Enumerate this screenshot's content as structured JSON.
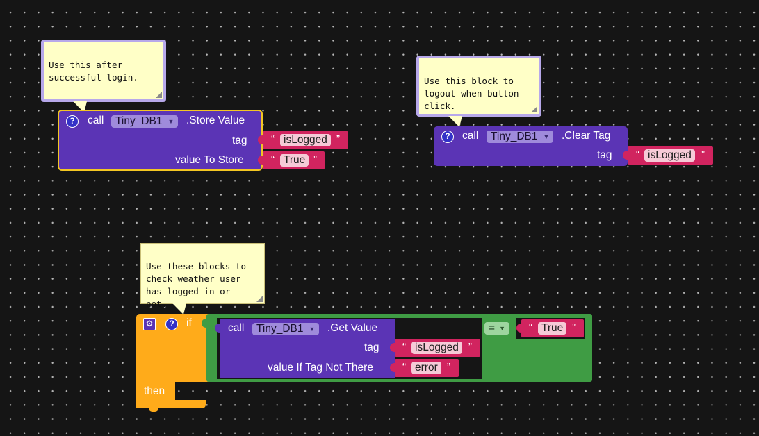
{
  "comments": {
    "login": "Use this after\nsuccessful login.",
    "logout": "Use this block to\nlogout when button\nclick.",
    "check": "Use these blocks to\ncheck weather user\nhas logged in or\nnot."
  },
  "store_block": {
    "help": "?",
    "call": "call",
    "component": "Tiny_DB1",
    "method": ".Store Value",
    "tag_label": "tag",
    "value_label": "value To Store",
    "tag_value": "isLogged",
    "value_value": "True"
  },
  "clear_block": {
    "help": "?",
    "call": "call",
    "component": "Tiny_DB1",
    "method": ".Clear Tag",
    "tag_label": "tag",
    "tag_value": "isLogged"
  },
  "if_block": {
    "gear": "⚙",
    "help": "?",
    "if_label": "if",
    "then_label": "then",
    "get_call": "call",
    "get_component": "Tiny_DB1",
    "get_method": ".Get Value",
    "get_tag_label": "tag",
    "get_tag_value": "isLogged",
    "get_default_label": "value If Tag Not There",
    "get_default_value": "error",
    "compare_op": "=",
    "compare_value": "True"
  },
  "quotes": {
    "open": "“",
    "close": "”"
  },
  "colors": {
    "workspace": "#151515",
    "procedure_purple": "#5b34b5",
    "text_pink": "#d1245f",
    "logic_green": "#3f9c44",
    "control_orange": "#ffab1a",
    "comment_yellow": "#ffffc7",
    "selected_outline": "#f3c623"
  },
  "icons": {
    "help": "help-icon",
    "gear": "gear-icon",
    "dropdown": "dropdown-arrow-icon"
  }
}
